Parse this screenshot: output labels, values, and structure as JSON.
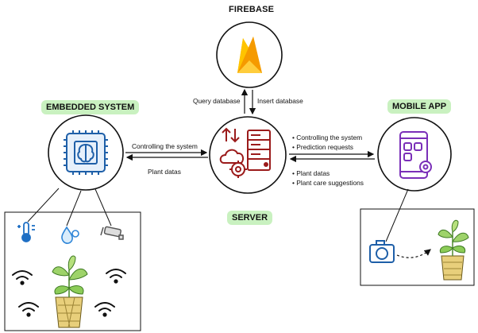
{
  "nodes": {
    "firebase": {
      "title": "FIREBASE"
    },
    "embedded": {
      "title": "EMBEDDED SYSTEM"
    },
    "server": {
      "title": "SERVER"
    },
    "mobile": {
      "title": "MOBILE APP"
    }
  },
  "edges": {
    "server_firebase": {
      "left_label": "Query database",
      "right_label": "Insert database"
    },
    "embedded_server": {
      "top_label": "Controlling the system",
      "bottom_label": "Plant datas"
    },
    "server_mobile": {
      "top_items": [
        "Controlling the system",
        "Prediction requests"
      ],
      "bottom_items": [
        "Plant datas",
        "Plant care suggestions"
      ]
    }
  },
  "colors": {
    "server_icon": "#9b1b1b",
    "mobile_icon": "#7a2fb8",
    "embedded_icon": "#1e5fa8",
    "firebase_flame": "#f5b400",
    "pill_bg": "#c9f1c0"
  },
  "icons": [
    "fire-icon",
    "chip-brain-icon",
    "server-rack-icon",
    "smartphone-icon",
    "thermometer-icon",
    "water-drop-icon",
    "camera-icon",
    "wifi-icon",
    "plant-icon"
  ]
}
